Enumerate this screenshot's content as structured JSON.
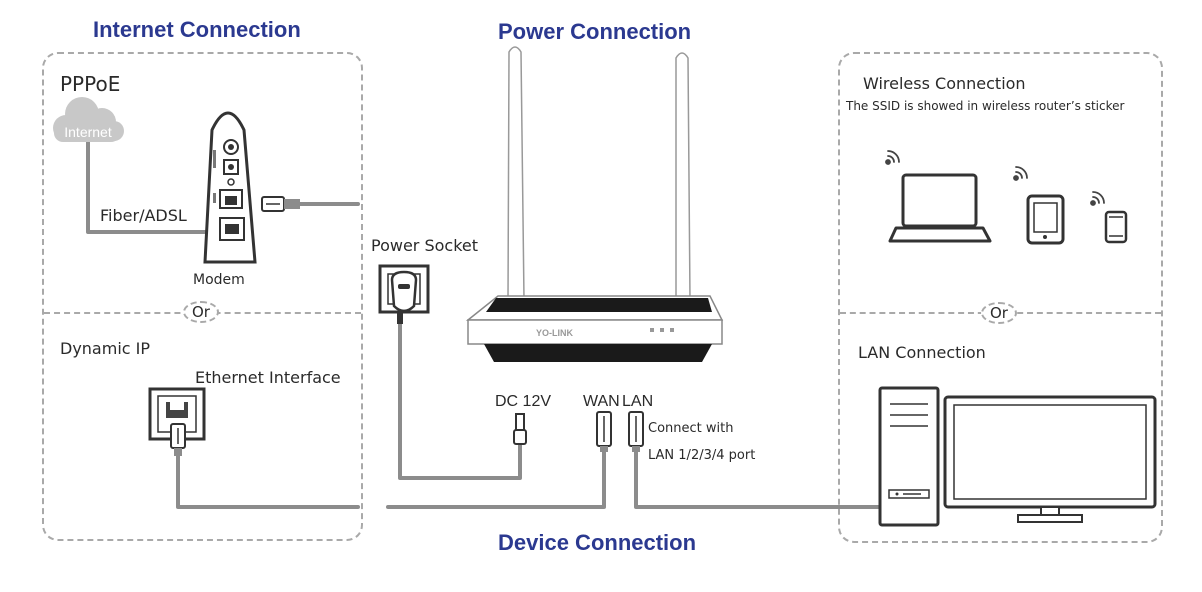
{
  "headings": {
    "internet": "Internet Connection",
    "power": "Power Connection",
    "device": "Device Connection"
  },
  "internet_panel": {
    "pppoe": "PPPoE",
    "cloud_label": "Internet",
    "fiber": "Fiber/ADSL",
    "modem": "Modem",
    "or": "Or",
    "dynamic_ip": "Dynamic IP",
    "ethernet_interface": "Ethernet Interface"
  },
  "router": {
    "brand": "YO-LINK",
    "power_socket": "Power Socket",
    "dc": "DC 12V",
    "wan": "WAN",
    "lan": "LAN",
    "connect_with": "Connect with",
    "lan_ports": "LAN 1/2/3/4 port"
  },
  "client_panel": {
    "wireless": "Wireless Connection",
    "ssid_note": "The SSID is showed in wireless router’s sticker",
    "or": "Or",
    "lan_connection": "LAN Connection"
  },
  "colors": {
    "heading": "#2b3990",
    "dashed_border": "#a9a9a9",
    "cable": "#8c8c8c",
    "cloud": "#c8c8c8"
  },
  "icons": [
    "cloud-icon",
    "modem-icon",
    "ethernet-plug-icon",
    "wall-socket-icon",
    "power-adapter-icon",
    "router-icon",
    "dc-plug-icon",
    "wifi-signal-icon",
    "laptop-icon",
    "tablet-icon",
    "phone-icon",
    "desktop-tower-icon",
    "monitor-icon",
    "ethernet-wall-port-icon"
  ]
}
